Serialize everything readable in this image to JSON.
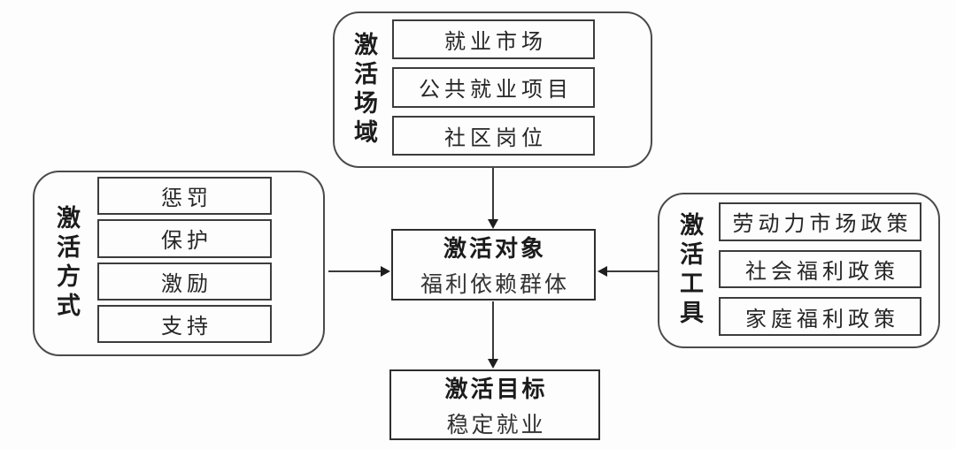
{
  "diagram": {
    "title_implicit": "",
    "groups": [
      {
        "id": "field",
        "label": "激活场域",
        "items": [
          "就业市场",
          "公共就业项目",
          "社区岗位"
        ]
      },
      {
        "id": "method",
        "label": "激活方式",
        "items": [
          "惩罚",
          "保护",
          "激励",
          "支持"
        ]
      },
      {
        "id": "tool",
        "label": "激活工具",
        "items": [
          "劳动力市场政策",
          "社会福利政策",
          "家庭福利政策"
        ]
      }
    ],
    "center": {
      "title": "激活对象",
      "subtitle": "福利依赖群体"
    },
    "goal": {
      "title": "激活目标",
      "subtitle": "稳定就业"
    },
    "edges": [
      {
        "from": "激活场域",
        "to": "激活对象",
        "direction": "down"
      },
      {
        "from": "激活方式",
        "to": "激活对象",
        "direction": "right"
      },
      {
        "from": "激活工具",
        "to": "激活对象",
        "direction": "left"
      },
      {
        "from": "激活对象",
        "to": "激活目标",
        "direction": "down"
      }
    ],
    "colors": {
      "background": "#fdfdfd",
      "border": "#3c3c3c",
      "group_border": "#4a4a4a",
      "arrow": "#1e1e1e",
      "text": "#262626"
    }
  }
}
